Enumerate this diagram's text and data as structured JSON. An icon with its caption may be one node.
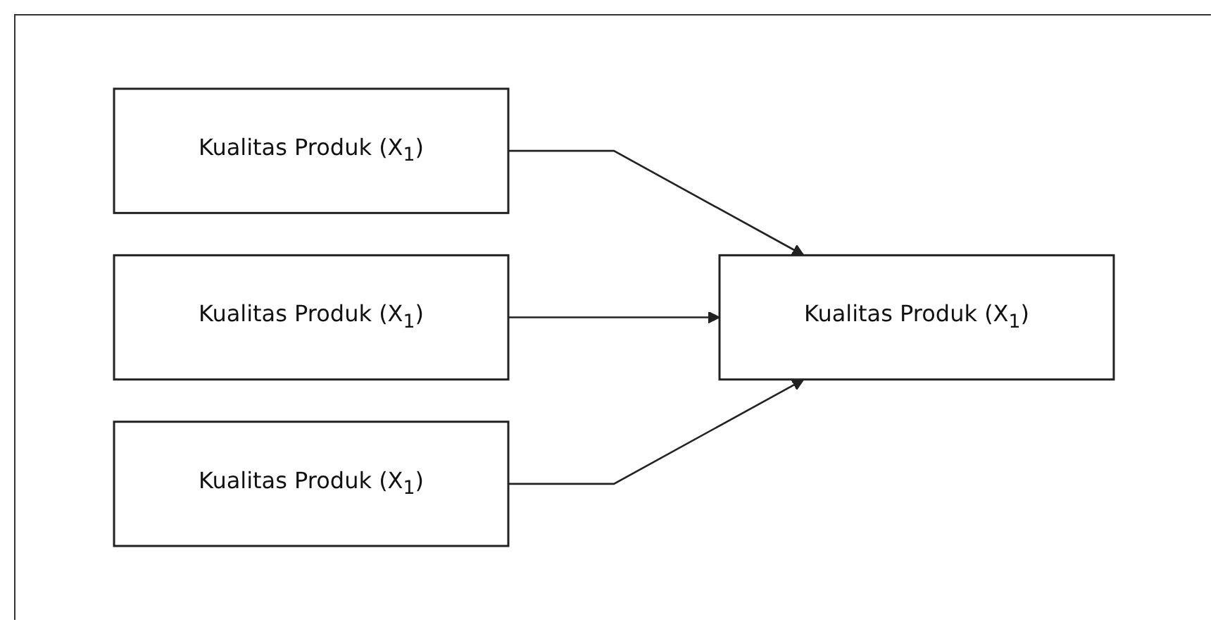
{
  "diagram": {
    "nodes": [
      {
        "text": [
          "Kualitas Produk (X$_{1}$)"
        ]
      },
      {
        "text": [
          "Kualitas Produk (X$_{1}$)"
        ]
      },
      {
        "text": [
          "Kualitas Produk (X$_{1}$)"
        ]
      },
      {
        "text": [
          "Kualitas Produk (X$_{1}$)"
        ]
      }
    ],
    "edges": [
      {
        "from": 0,
        "to": 3,
        "arrow": "to"
      },
      {
        "from": 1,
        "to": 3,
        "arrow": "to"
      },
      {
        "from": 2,
        "to": 3,
        "arrow": "to"
      }
    ]
  }
}
